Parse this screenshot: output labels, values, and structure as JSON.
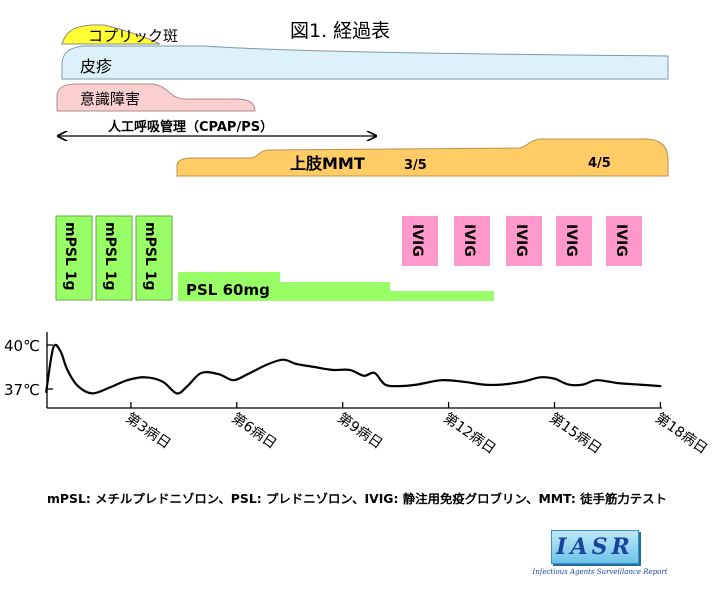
{
  "title": "図1. 経過表",
  "bands": [
    {
      "label": "コプリック斑",
      "color": "#ffff33"
    },
    {
      "label": "皮疹",
      "color": "#ddf1fb"
    },
    {
      "label": "意識障害",
      "color": "#f9cfcf"
    },
    {
      "label": "上肢MMT",
      "color": "#ffcc66"
    }
  ],
  "mmt_labels": [
    "3/5",
    "4/5"
  ],
  "ventilation_label": "人工呼吸管理（CPAP/PS）",
  "mpsl_boxes": [
    "mPSL 1g",
    "mPSL 1g",
    "mPSL 1g"
  ],
  "psl_label": "PSL 60mg",
  "ivig_boxes": [
    "IVIG",
    "IVIG",
    "IVIG",
    "IVIG",
    "IVIG"
  ],
  "colors": {
    "mpsl": "#99ff66",
    "psl": "#99ff66",
    "ivig": "#ff99cc",
    "curve": "#000000"
  },
  "chart_data": {
    "type": "line",
    "y_ticks": [
      "40℃",
      "37℃"
    ],
    "x_ticks": [
      "第3病日",
      "第6病日",
      "第9病日",
      "第12病日",
      "第15病日",
      "第18病日"
    ],
    "series": [
      {
        "x": [
          0.6,
          0.8,
          1.0,
          1.2,
          1.5,
          1.9,
          2.4,
          2.9,
          3.4,
          3.9,
          4.3,
          4.6,
          5.0,
          5.5,
          5.9,
          6.3,
          6.8,
          7.3,
          7.7,
          8.2,
          8.7,
          9.2,
          9.6,
          9.9,
          10.2,
          10.6,
          11.1,
          11.8,
          12.4,
          13.0,
          13.5,
          14.1,
          14.6,
          15.0,
          15.4,
          15.8,
          16.2,
          16.8,
          17.4,
          18.0
        ],
        "y": [
          36.8,
          39.8,
          39.6,
          38.3,
          37.2,
          36.7,
          37.1,
          37.6,
          37.8,
          37.5,
          36.7,
          37.2,
          38.1,
          38.0,
          37.6,
          38.0,
          38.6,
          39.0,
          38.7,
          38.5,
          38.3,
          38.3,
          37.9,
          38.1,
          37.3,
          37.2,
          37.3,
          37.6,
          37.5,
          37.3,
          37.3,
          37.5,
          37.8,
          37.7,
          37.3,
          37.3,
          37.6,
          37.4,
          37.3,
          37.2
        ]
      }
    ]
  },
  "footnote": "mPSL: メチルプレドニゾロン、PSL: プレドニゾロン、IVIG: 静注用免疫グロブリン、MMT: 徒手筋力テスト",
  "logo": {
    "text": "IASR",
    "subtitle": "Infectious Agents Surveillance Report"
  }
}
